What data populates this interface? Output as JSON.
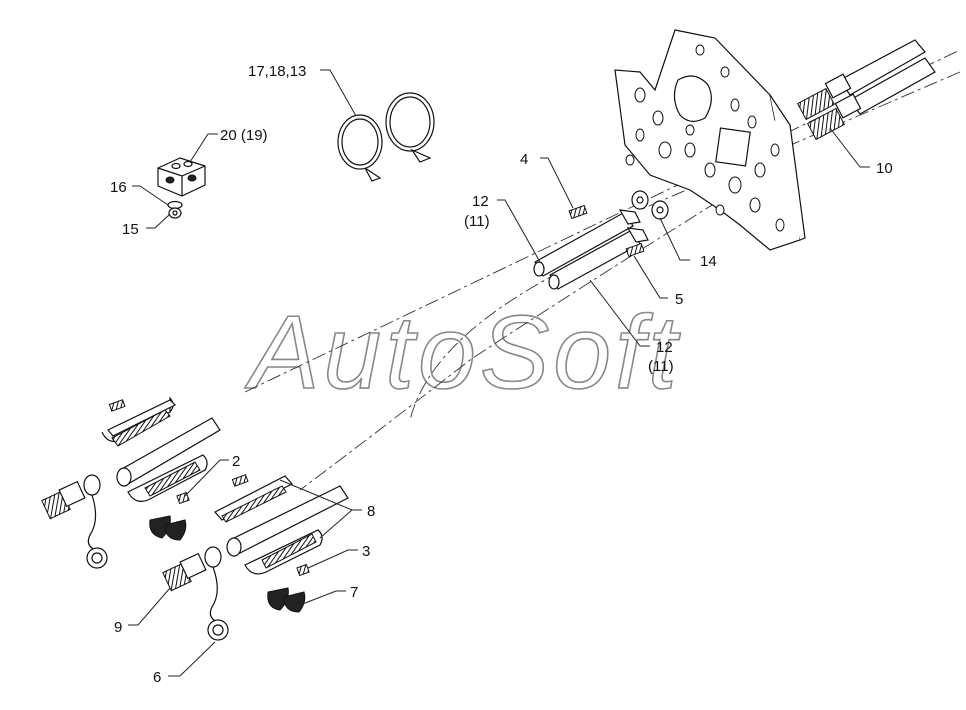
{
  "watermark": "AutoSoft",
  "callouts": {
    "c1": "17,18,13",
    "c2": "20 (19)",
    "c3": "16",
    "c4": "15",
    "c5": "4",
    "c6": "12",
    "c7": "(11)",
    "c8": "10",
    "c9": "14",
    "c10": "5",
    "c11": "12",
    "c12": "(11)",
    "c13": "2",
    "c14": "8",
    "c15": "3",
    "c16": "7",
    "c17": "9",
    "c18": "6"
  }
}
